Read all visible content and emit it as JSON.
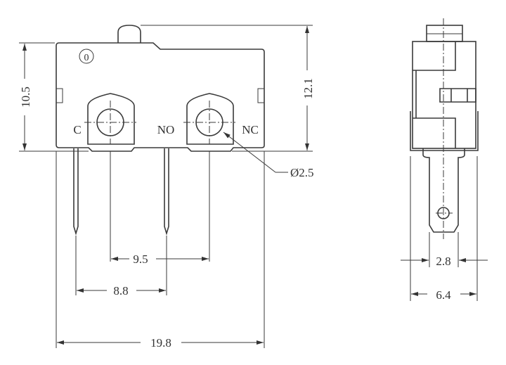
{
  "labels": {
    "c": "C",
    "no": "NO",
    "nc": "NC",
    "body_mark": "0"
  },
  "dimensions": {
    "body_height": "10.5",
    "total_height": "12.1",
    "hole_diameter": "Ø2.5",
    "pitch_no_nc": "9.5",
    "pitch_c_no": "8.8",
    "body_width": "19.8",
    "terminal_width": "2.8",
    "body_thickness": "6.4"
  }
}
